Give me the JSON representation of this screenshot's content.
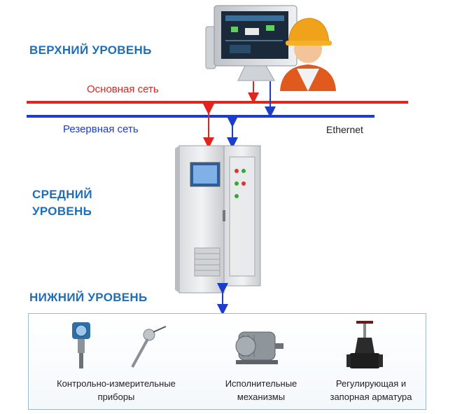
{
  "levels": {
    "upper": "ВЕРХНИЙ УРОВЕНЬ",
    "middle_line1": "СРЕДНИЙ",
    "middle_line2": "УРОВЕНЬ",
    "lower": "НИЖНИЙ УРОВЕНЬ"
  },
  "networks": {
    "main": "Основная сеть",
    "reserve": "Резервная сеть",
    "ethernet": "Ethernet"
  },
  "devices": {
    "instruments_line1": "Контрольно-измерительные",
    "instruments_line2": "приборы",
    "actuators_line1": "Исполнительные",
    "actuators_line2": "механизмы",
    "valves_line1": "Регулирующая и",
    "valves_line2": "запорная арматура"
  },
  "colors": {
    "main_network": "#e0241e",
    "reserve_network": "#1c3ccc",
    "level_title": "#1e6fb8"
  }
}
